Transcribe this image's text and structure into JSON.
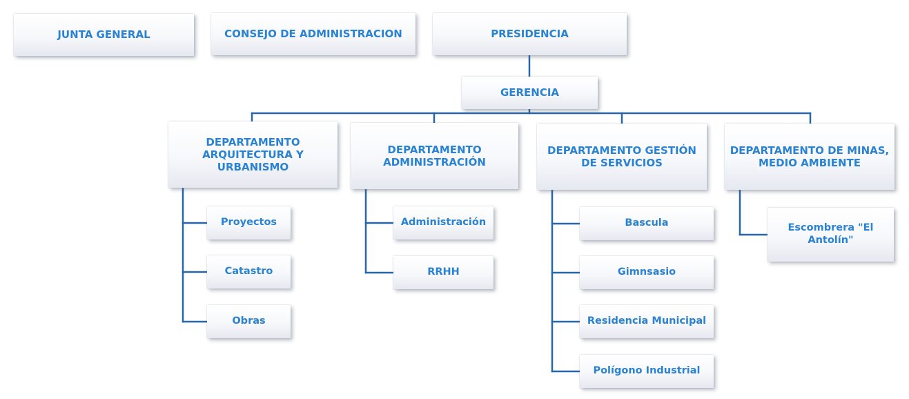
{
  "colors": {
    "text": "#2a82d2",
    "connector": "#2766a8",
    "box_shade": "#e6e8f0"
  },
  "top": {
    "junta": "JUNTA GENERAL",
    "consejo": "CONSEJO DE ADMINISTRACION",
    "presidencia": "PRESIDENCIA"
  },
  "gerencia": "GERENCIA",
  "departments": [
    {
      "title": "DEPARTAMENTO ARQUITECTURA Y URBANISMO",
      "children": [
        "Proyectos",
        "Catastro",
        "Obras"
      ]
    },
    {
      "title": "DEPARTAMENTO ADMINISTRACIÓN",
      "children": [
        "Administración",
        "RRHH"
      ]
    },
    {
      "title": "DEPARTAMENTO GESTIÓN DE SERVICIOS",
      "children": [
        "Bascula",
        "Gimnsasio",
        "Residencia Municipal",
        "Polígono Industrial"
      ]
    },
    {
      "title": "DEPARTAMENTO DE MINAS, MEDIO AMBIENTE",
      "children": [
        "Escombrera \"El Antolín\""
      ]
    }
  ]
}
